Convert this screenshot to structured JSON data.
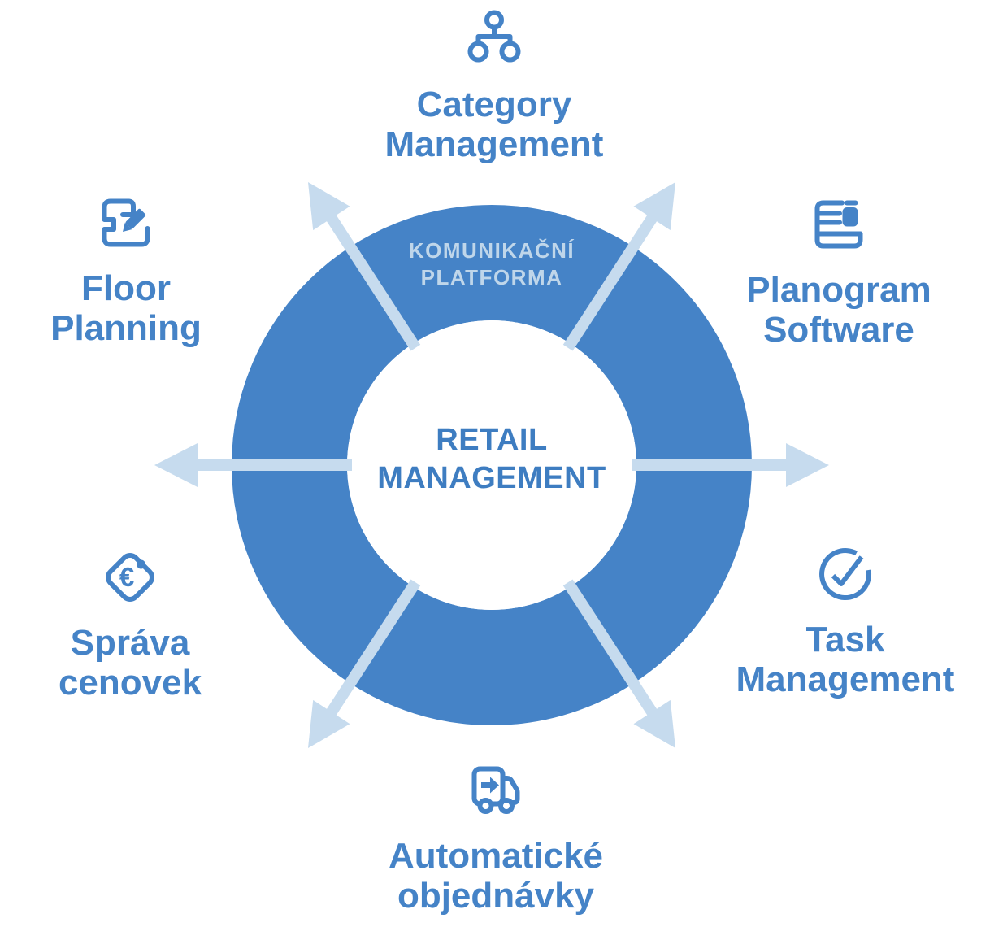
{
  "center": {
    "line1": "RETAIL",
    "line2": "MANAGEMENT"
  },
  "ring": {
    "line1": "KOMUNIKAČNÍ",
    "line2": "PLATFORMA"
  },
  "nodes": [
    {
      "id": "category-management",
      "icon": "sitemap-icon",
      "line1": "Category",
      "line2": "Management"
    },
    {
      "id": "planogram-software",
      "icon": "shelf-product-icon",
      "line1": "Planogram",
      "line2": "Software"
    },
    {
      "id": "task-management",
      "icon": "check-circle-icon",
      "line1": "Task",
      "line2": "Management"
    },
    {
      "id": "automaticke-objednavky",
      "icon": "delivery-truck-icon",
      "line1": "Automatické",
      "line2": "objednávky"
    },
    {
      "id": "sprava-cenovek",
      "icon": "price-tag-euro-icon",
      "line1": "Správa",
      "line2": "cenovek"
    },
    {
      "id": "floor-planning",
      "icon": "floorplan-pencil-icon",
      "line1": "Floor",
      "line2": "Planning"
    }
  ],
  "pricetag_currency": "€",
  "colors": {
    "primary": "#4583C7",
    "light": "#C6DBEE",
    "ring-text": "#BFD6EA",
    "center-text": "#3E7DC1",
    "bg": "#FFFFFF"
  }
}
